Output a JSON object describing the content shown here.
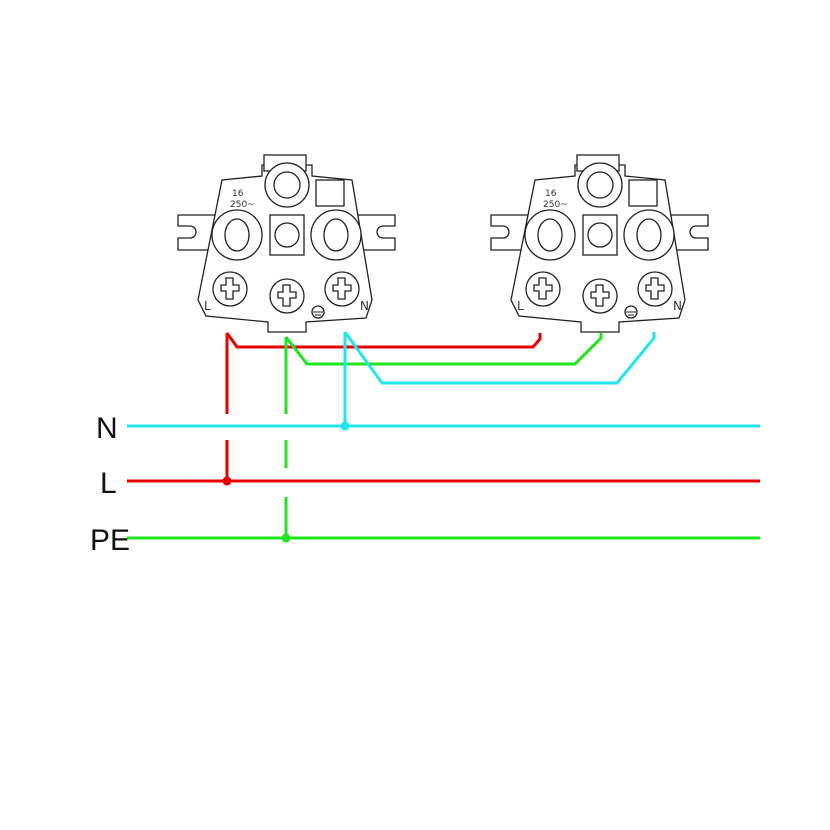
{
  "buses": [
    {
      "id": "N",
      "label": "N",
      "color": "#22e6ee"
    },
    {
      "id": "L",
      "label": "L",
      "color": "#e60000"
    },
    {
      "id": "PE",
      "label": "PE",
      "color": "#1ee61e"
    }
  ],
  "sockets": [
    {
      "rating_top": "16",
      "rating_bottom": "250~",
      "left_terminal": "L",
      "right_terminal": "N"
    },
    {
      "rating_top": "16",
      "rating_bottom": "250~",
      "left_terminal": "L",
      "right_terminal": "N"
    }
  ]
}
